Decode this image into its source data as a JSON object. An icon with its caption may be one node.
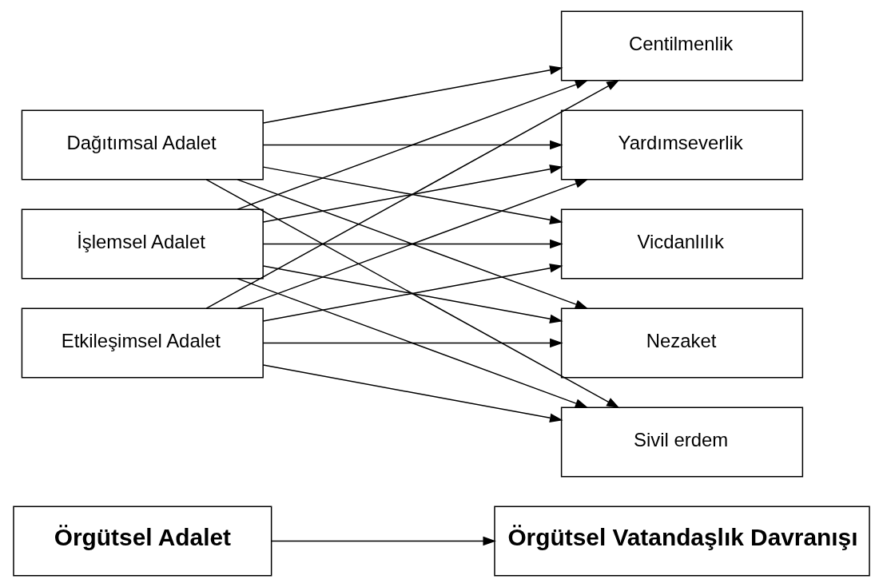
{
  "diagram": {
    "nodes": [
      {
        "text": [
          "Örgütsel Adalet"
        ]
      },
      {
        "text": [
          "Örgütsel Vatandaşlık Davranışı"
        ]
      },
      {
        "text": [
          "Dağıtımsal Adalet"
        ]
      },
      {
        "text": [
          "İşlemsel Adalet"
        ]
      },
      {
        "text": [
          "Etkileşimsel Adalet"
        ]
      },
      {
        "text": [
          "Yardımseverlik"
        ]
      },
      {
        "text": [
          "Vicdanlılık"
        ]
      },
      {
        "text": [
          "Nezaket"
        ]
      },
      {
        "text": [
          "Sivil erdem"
        ]
      },
      {
        "text": [
          "Centilmenlik"
        ]
      }
    ],
    "edges": [
      {
        "from": 0,
        "to": 1,
        "arrow": "to"
      },
      {
        "from": 2,
        "to": 5,
        "arrow": "to"
      },
      {
        "from": 2,
        "to": 6,
        "arrow": "to"
      },
      {
        "from": 2,
        "to": 7,
        "arrow": "to"
      },
      {
        "from": 2,
        "to": 8,
        "arrow": "to"
      },
      {
        "from": 2,
        "to": 9,
        "arrow": "to"
      },
      {
        "from": 3,
        "to": 5,
        "arrow": "to"
      },
      {
        "from": 3,
        "to": 6,
        "arrow": "to"
      },
      {
        "from": 3,
        "to": 7,
        "arrow": "to"
      },
      {
        "from": 3,
        "to": 8,
        "arrow": "to"
      },
      {
        "from": 3,
        "to": 9,
        "arrow": "to"
      },
      {
        "from": 4,
        "to": 5,
        "arrow": "to"
      },
      {
        "from": 4,
        "to": 6,
        "arrow": "to"
      },
      {
        "from": 4,
        "to": 7,
        "arrow": "to"
      },
      {
        "from": 4,
        "to": 8,
        "arrow": "to"
      },
      {
        "from": 4,
        "to": 9,
        "arrow": "to"
      }
    ]
  }
}
